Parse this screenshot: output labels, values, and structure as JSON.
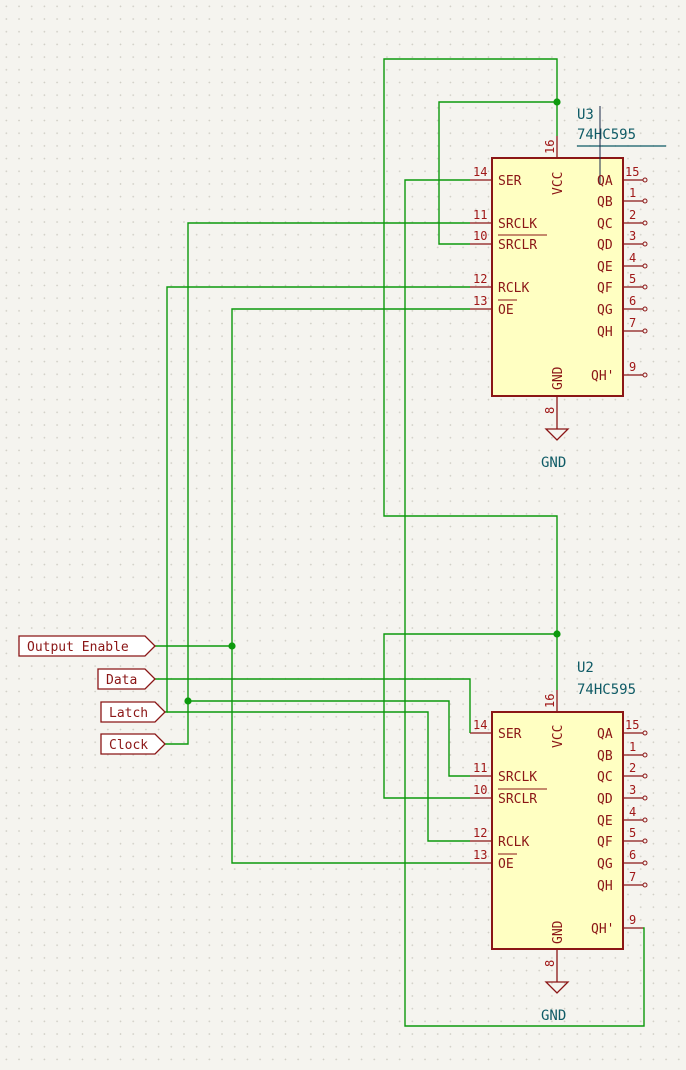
{
  "chips": [
    {
      "ref": "U3",
      "value": "74HC595",
      "left_pins": [
        {
          "num": "14",
          "name": "SER"
        },
        {
          "num": "11",
          "name": "SRCLK"
        },
        {
          "num": "10",
          "name": "SRCLR"
        },
        {
          "num": "12",
          "name": "RCLK"
        },
        {
          "num": "13",
          "name": "OE"
        }
      ],
      "right_pins": [
        {
          "num": "15",
          "name": "QA"
        },
        {
          "num": "1",
          "name": "QB"
        },
        {
          "num": "2",
          "name": "QC"
        },
        {
          "num": "3",
          "name": "QD"
        },
        {
          "num": "4",
          "name": "QE"
        },
        {
          "num": "5",
          "name": "QF"
        },
        {
          "num": "6",
          "name": "QG"
        },
        {
          "num": "7",
          "name": "QH"
        },
        {
          "num": "9",
          "name": "QH'"
        }
      ],
      "vcc": {
        "num": "16",
        "name": "VCC"
      },
      "gnd": {
        "num": "8",
        "name": "GND"
      },
      "ground_symbol_label": "GND"
    },
    {
      "ref": "U2",
      "value": "74HC595",
      "left_pins": [
        {
          "num": "14",
          "name": "SER"
        },
        {
          "num": "11",
          "name": "SRCLK"
        },
        {
          "num": "10",
          "name": "SRCLR"
        },
        {
          "num": "12",
          "name": "RCLK"
        },
        {
          "num": "13",
          "name": "OE"
        }
      ],
      "right_pins": [
        {
          "num": "15",
          "name": "QA"
        },
        {
          "num": "1",
          "name": "QB"
        },
        {
          "num": "2",
          "name": "QC"
        },
        {
          "num": "3",
          "name": "QD"
        },
        {
          "num": "4",
          "name": "QE"
        },
        {
          "num": "5",
          "name": "QF"
        },
        {
          "num": "6",
          "name": "QG"
        },
        {
          "num": "7",
          "name": "QH"
        },
        {
          "num": "9",
          "name": "QH'"
        }
      ],
      "vcc": {
        "num": "16",
        "name": "VCC"
      },
      "gnd": {
        "num": "8",
        "name": "GND"
      },
      "ground_symbol_label": "GND"
    }
  ],
  "net_labels": [
    "Output Enable",
    "Data",
    "Latch",
    "Clock"
  ]
}
